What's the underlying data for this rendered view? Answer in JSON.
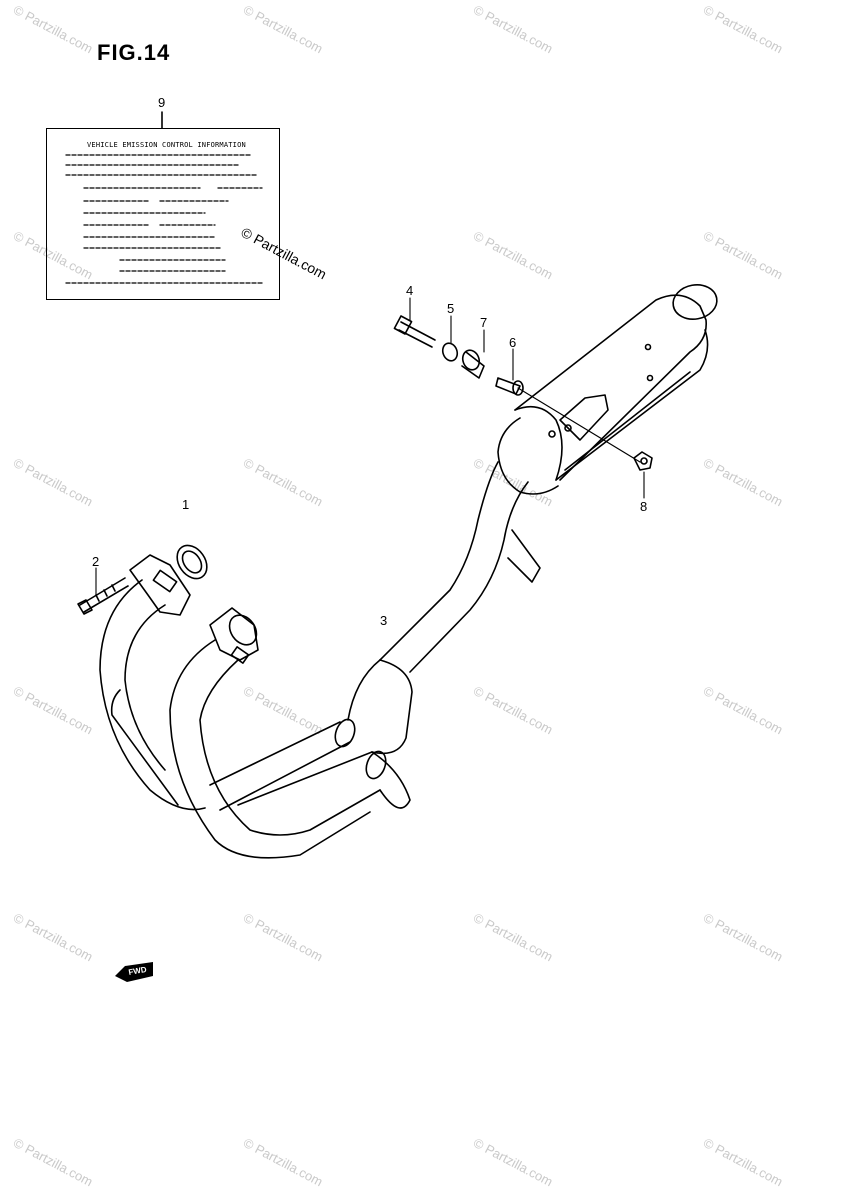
{
  "figure": {
    "title": "FIG.14"
  },
  "emission_label": {
    "heading": "VEHICLE EMISSION CONTROL INFORMATION"
  },
  "callouts": [
    "1",
    "2",
    "3",
    "4",
    "5",
    "6",
    "7",
    "8",
    "9"
  ],
  "watermark": {
    "text": "© Partzilla.com"
  },
  "direction_marker": {
    "text": "FWD"
  },
  "colors": {
    "line": "#000000",
    "watermark": "#c9c9c9",
    "background": "#ffffff"
  }
}
